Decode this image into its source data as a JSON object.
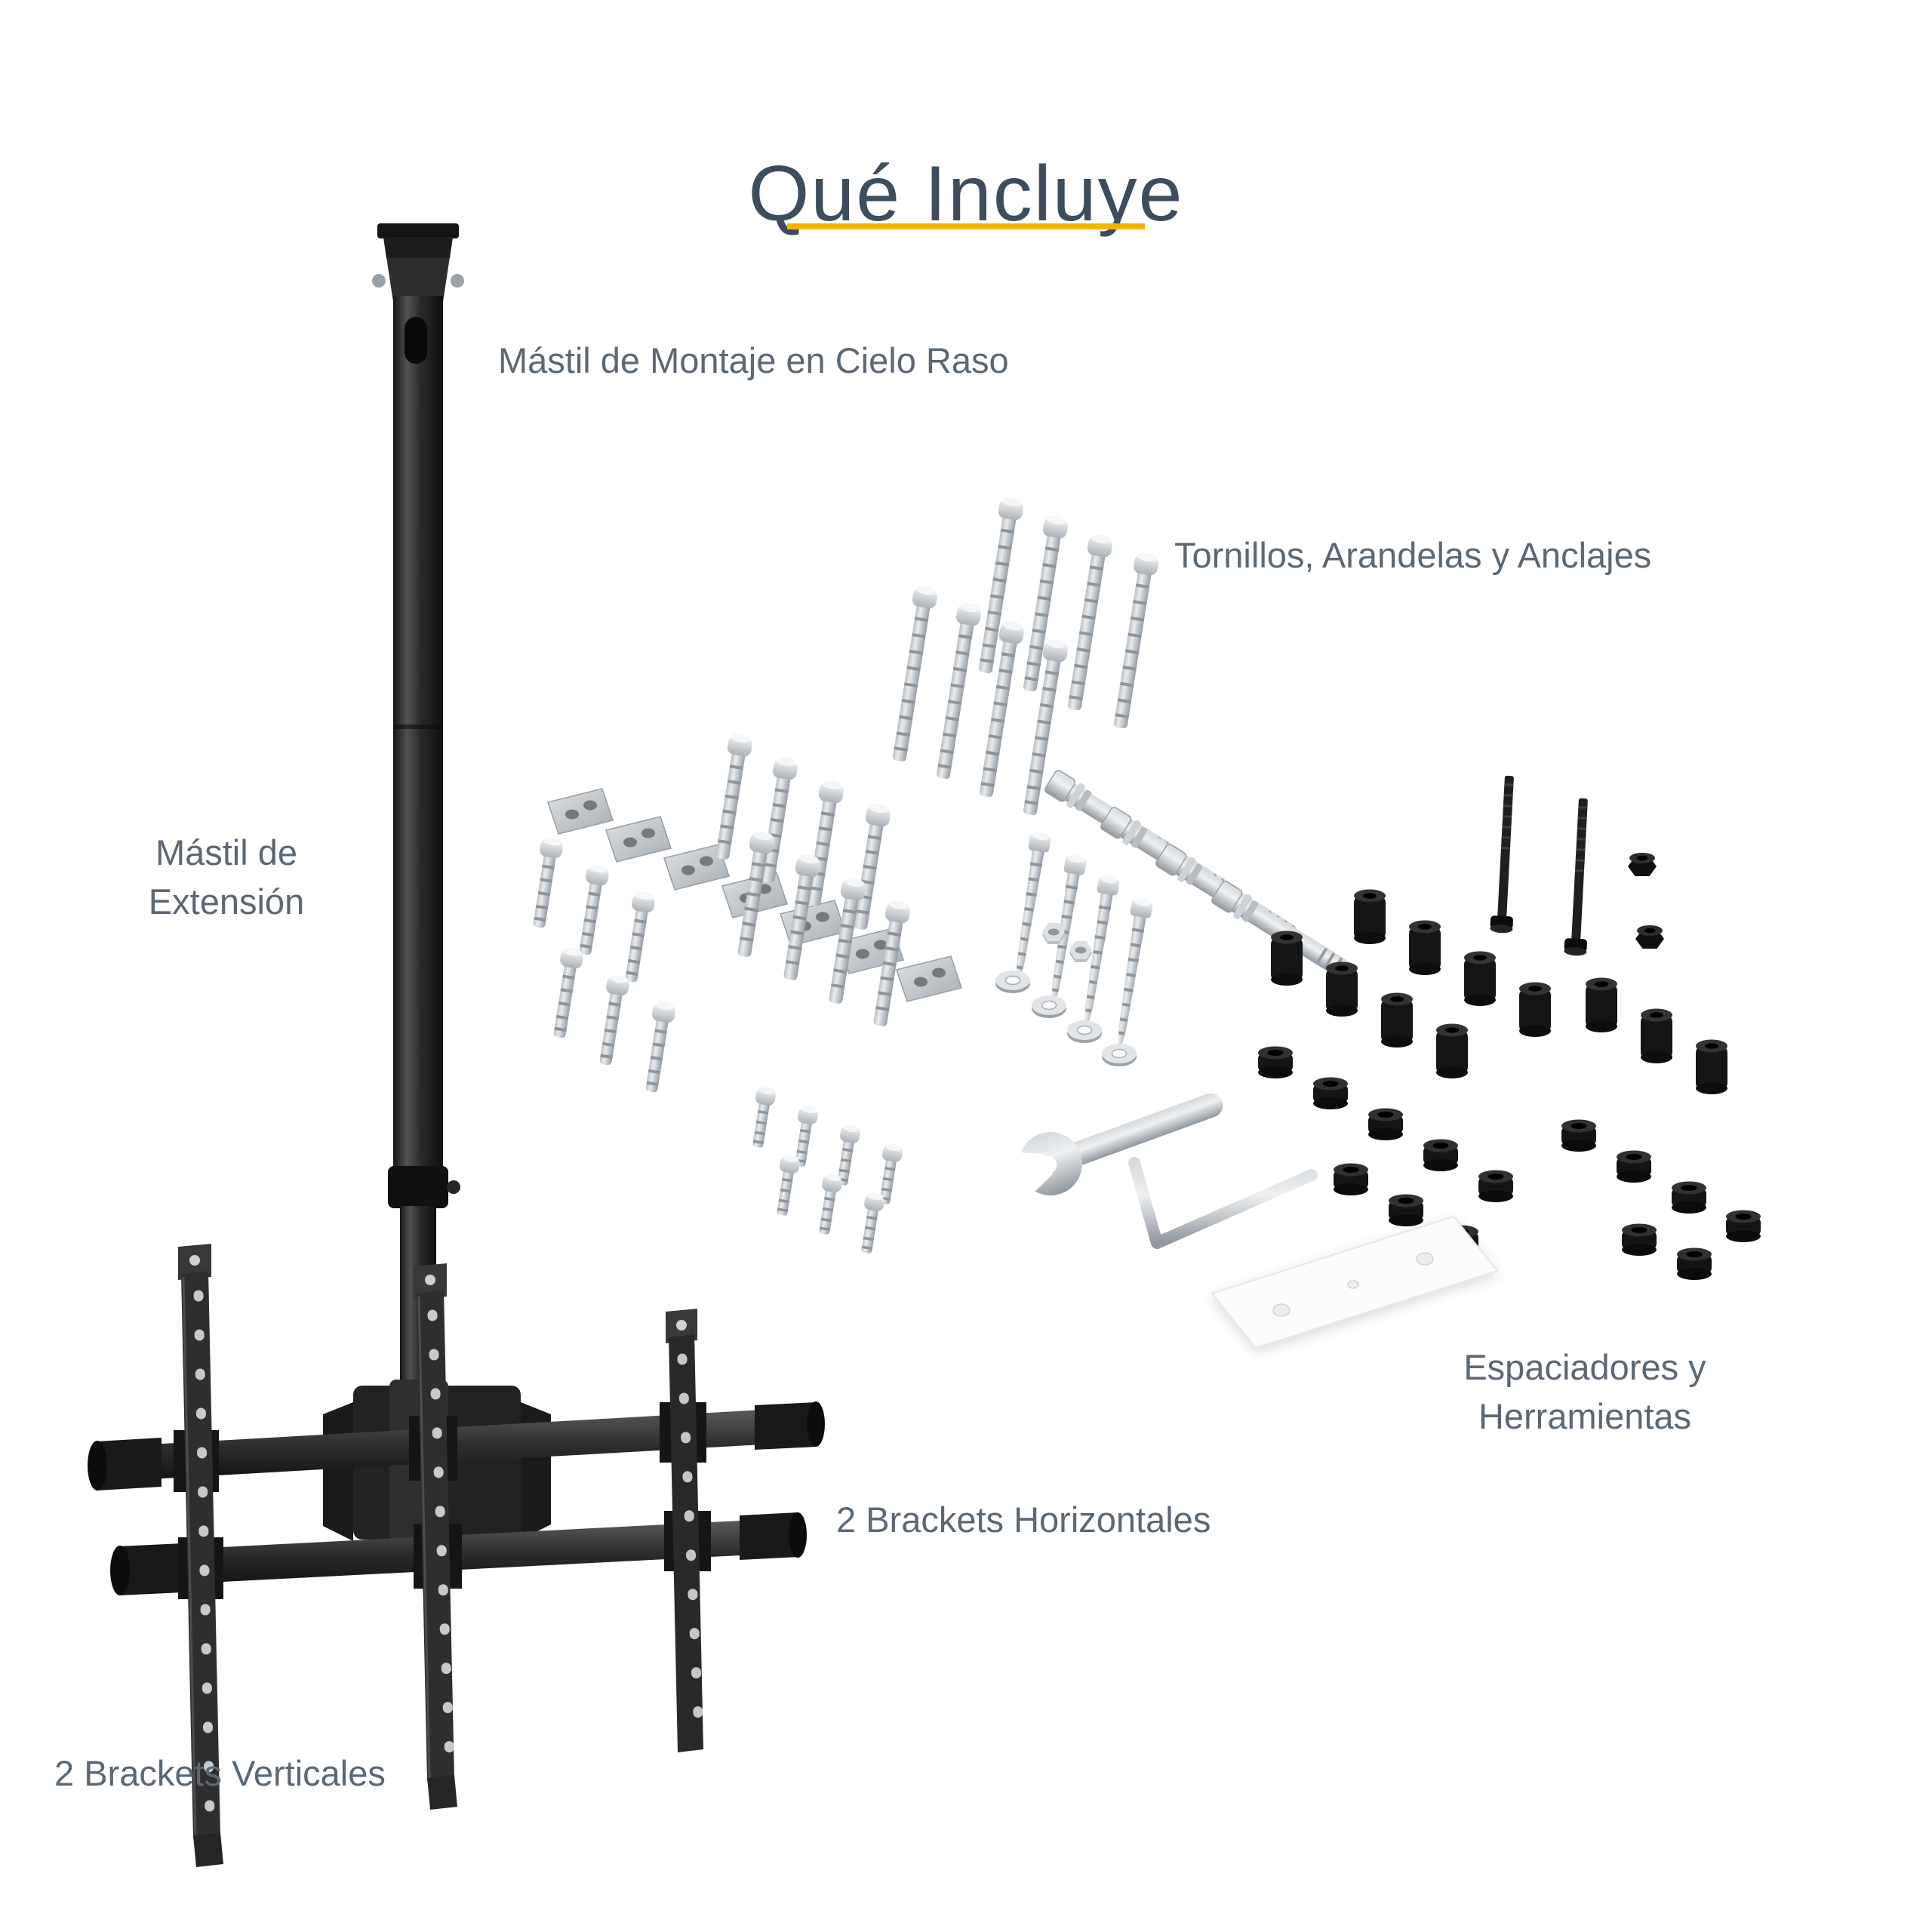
{
  "title": "Qué Incluye",
  "colors": {
    "accent": "#f3b300",
    "title_text": "#3e4d5c",
    "label_text": "#5b6874"
  },
  "callouts": {
    "ceiling_mast": "Mástil de Montaje en Cielo Raso",
    "hardware": "Tornillos, Arandelas y Anclajes",
    "extension_mast_line1": "Mástil de",
    "extension_mast_line2": "Extensión",
    "spacers_tools_line1": "Espaciadores y",
    "spacers_tools_line2": "Herramientas",
    "horizontal_brackets": "2 Brackets Horizontales",
    "vertical_brackets": "2 Brackets Verticales"
  }
}
